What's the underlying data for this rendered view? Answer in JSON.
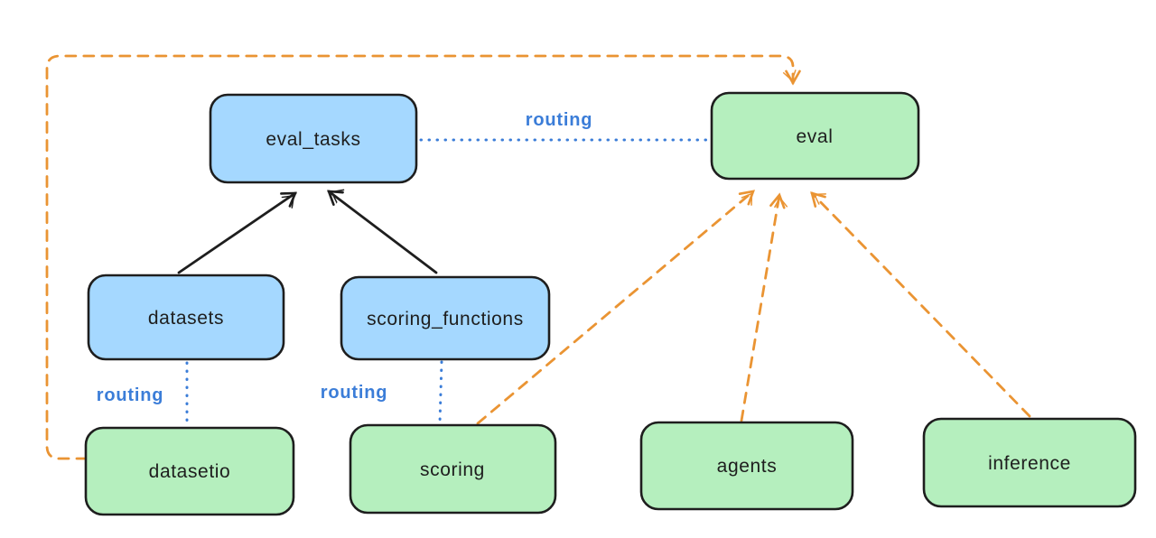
{
  "diagram": {
    "kind": "dependency-graph",
    "colors": {
      "background": "#ffffff",
      "node_border": "#1e1e1e",
      "node_text": "#1e1e1e",
      "blue_node_fill": "#a5d8ff",
      "green_node_fill": "#b5efbe",
      "routing_line_blue": "#3b7dd8",
      "dashed_arrow_orange": "#ea9433",
      "solid_arrow_black": "#1e1e1e"
    },
    "nodes": {
      "eval_tasks": {
        "label": "eval_tasks",
        "fill": "blue"
      },
      "eval": {
        "label": "eval",
        "fill": "green"
      },
      "datasets": {
        "label": "datasets",
        "fill": "blue"
      },
      "scoring_functions": {
        "label": "scoring_functions",
        "fill": "blue"
      },
      "datasetio": {
        "label": "datasetio",
        "fill": "green"
      },
      "scoring": {
        "label": "scoring",
        "fill": "green"
      },
      "agents": {
        "label": "agents",
        "fill": "green"
      },
      "inference": {
        "label": "inference",
        "fill": "green"
      }
    },
    "edges": [
      {
        "from": "datasets",
        "to": "eval_tasks",
        "style": "solid",
        "color": "black",
        "label": ""
      },
      {
        "from": "scoring_functions",
        "to": "eval_tasks",
        "style": "solid",
        "color": "black",
        "label": ""
      },
      {
        "from": "eval_tasks",
        "to": "eval",
        "style": "dotted",
        "color": "blue",
        "label": "routing"
      },
      {
        "from": "datasets",
        "to": "datasetio",
        "style": "dotted",
        "color": "blue",
        "label": "routing"
      },
      {
        "from": "scoring_functions",
        "to": "scoring",
        "style": "dotted",
        "color": "blue",
        "label": "routing"
      },
      {
        "from": "datasetio",
        "to": "eval",
        "style": "dashed",
        "color": "orange",
        "label": ""
      },
      {
        "from": "scoring",
        "to": "eval",
        "style": "dashed",
        "color": "orange",
        "label": ""
      },
      {
        "from": "agents",
        "to": "eval",
        "style": "dashed",
        "color": "orange",
        "label": ""
      },
      {
        "from": "inference",
        "to": "eval",
        "style": "dashed",
        "color": "orange",
        "label": ""
      }
    ]
  }
}
